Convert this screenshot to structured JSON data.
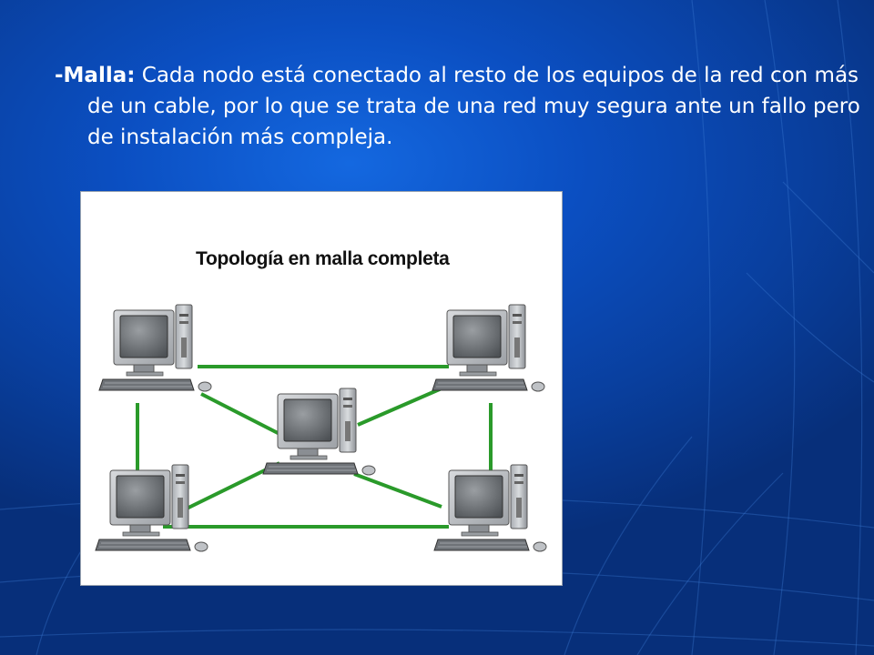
{
  "slide": {
    "bullet_label": "-Malla:",
    "bullet_text": " Cada nodo está conectado al resto de los equipos de la red con más de un cable, por lo que se trata de una red muy segura ante un fallo pero de instalación más compleja."
  },
  "figure": {
    "title": "Topología en malla completa",
    "link_color": "#2a9a2a",
    "nodes": [
      {
        "id": "top-left"
      },
      {
        "id": "top-right"
      },
      {
        "id": "center"
      },
      {
        "id": "bottom-left"
      },
      {
        "id": "bottom-right"
      }
    ],
    "links": [
      [
        "top-left",
        "top-right"
      ],
      [
        "top-left",
        "bottom-left"
      ],
      [
        "top-right",
        "bottom-right"
      ],
      [
        "bottom-left",
        "bottom-right"
      ],
      [
        "top-left",
        "center"
      ],
      [
        "top-right",
        "center"
      ],
      [
        "bottom-left",
        "center"
      ],
      [
        "bottom-right",
        "center"
      ]
    ]
  }
}
